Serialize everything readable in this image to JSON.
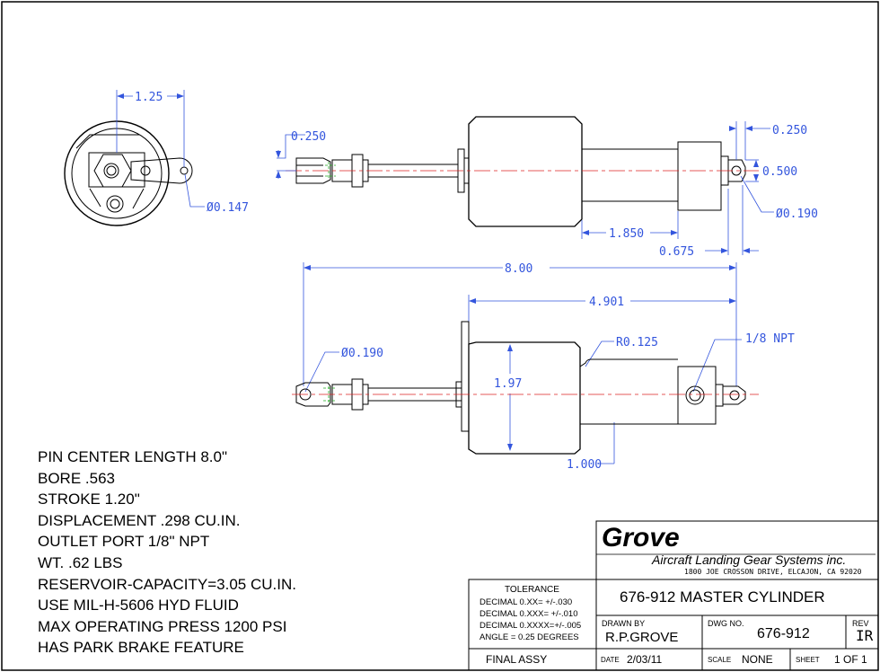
{
  "specs": [
    "PIN CENTER LENGTH 8.0\"",
    "BORE .563",
    "STROKE 1.20\"",
    "DISPLACEMENT .298 CU.IN.",
    "OUTLET PORT 1/8\" NPT",
    "WT. .62 LBS",
    "RESERVOIR-CAPACITY=3.05 CU.IN.",
    "USE MIL-H-5606 HYD FLUID",
    "MAX OPERATING PRESS 1200 PSI",
    "HAS PARK BRAKE FEATURE"
  ],
  "dimensions": {
    "end_width": "1.25",
    "end_hole": "Ø0.147",
    "rod_end_slot": "0.250",
    "pin_offset": "0.250",
    "pin_end": "0.500",
    "pin_hole": "Ø0.190",
    "body_length": "1.850",
    "end_length": "0.675",
    "overall": "8.00",
    "to_port": "4.901",
    "radius": "R0.125",
    "port": "1/8 NPT",
    "rod_hole": "Ø0.190",
    "body_dia": "1.97",
    "offset": "1.000"
  },
  "title_block": {
    "company": "Grove",
    "company_full": "Aircraft Landing Gear Systems inc.",
    "address": "1800 JOE CROSSON DRIVE, ELCAJON, CA 92020",
    "tolerance_title": "TOLERANCE",
    "tolerances": [
      "DECIMAL 0.XX=  +/-.030",
      "DECIMAL 0.XXX= +/-.010",
      "DECIMAL 0.XXXX=+/-.005",
      "ANGLE = 0.25 DEGREES"
    ],
    "drawing_title": "676-912 MASTER CYLINDER",
    "drawn_by_label": "DRAWN BY",
    "drawn_by": "R.P.GROVE",
    "dwg_no_label": "DWG NO.",
    "dwg_no": "676-912",
    "rev_label": "REV",
    "rev": "IR",
    "assy": "FINAL ASSY",
    "date_label": "DATE",
    "date": "2/03/11",
    "scale_label": "SCALE",
    "scale": "NONE",
    "sheet_label": "SHEET",
    "sheet": "1 OF 1"
  },
  "colors": {
    "outline": "#000000",
    "dimension": "#3355dd",
    "centerline": "#dd2222",
    "hidden": "#22aa22"
  }
}
